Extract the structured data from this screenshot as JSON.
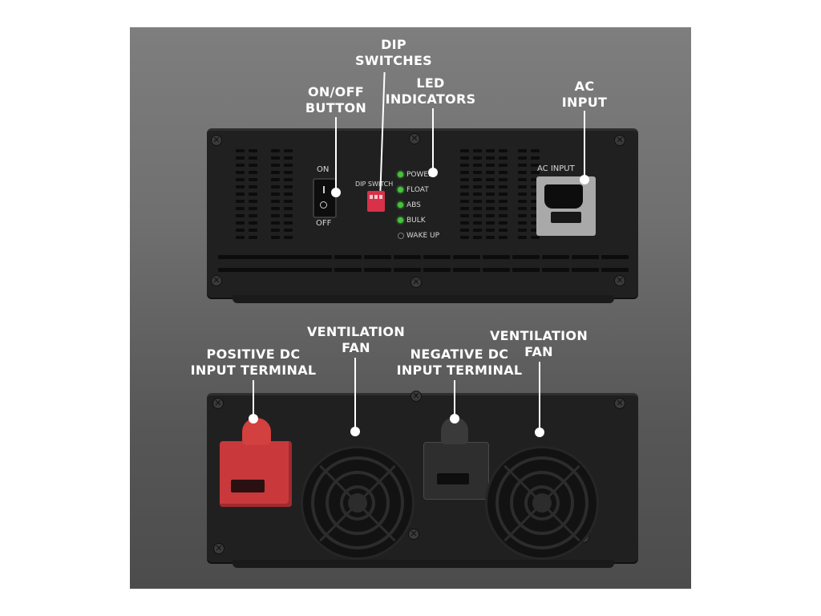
{
  "callouts": {
    "dip_switches": [
      "DIP",
      "SWITCHES"
    ],
    "on_off_button": [
      "ON/OFF",
      "BUTTON"
    ],
    "led_indicators": [
      "LED",
      "INDICATORS"
    ],
    "ac_input": [
      "AC",
      "INPUT"
    ],
    "positive_dc": [
      "POSITIVE DC",
      "INPUT TERMINAL"
    ],
    "ventilation_fan_left": [
      "VENTILATION",
      "FAN"
    ],
    "negative_dc": [
      "NEGATIVE DC",
      "INPUT TERMINAL"
    ],
    "ventilation_fan_right": [
      "VENTILATION",
      "FAN"
    ]
  },
  "device_labels": {
    "on": "ON",
    "off": "OFF",
    "dip_switch": "DIP SWITCH",
    "ac_input": "AC INPUT",
    "leds": [
      "POWER",
      "FLOAT",
      "ABS",
      "BULK",
      "WAKE UP"
    ]
  },
  "colors": {
    "callout_text": "#ffffff",
    "led_green": "#43c43a",
    "dip_switch_red": "#d8314a",
    "positive_terminal": "#c9393c",
    "negative_terminal": "#2e2e2e"
  }
}
